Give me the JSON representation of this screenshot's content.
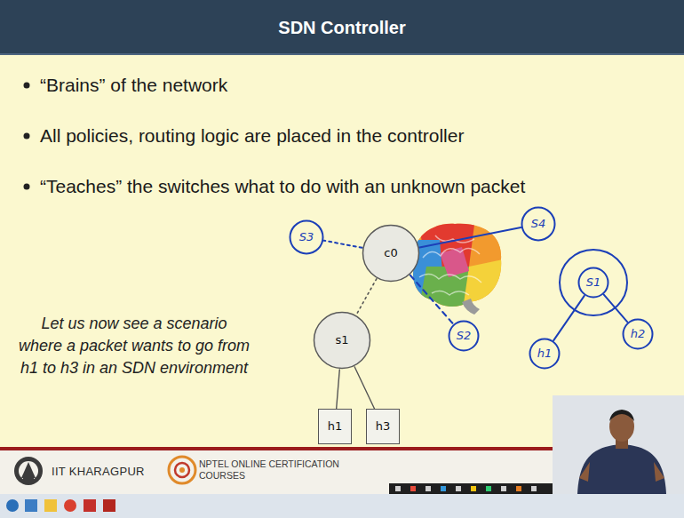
{
  "diagram": {
    "title": "SDN Controller",
    "nodes": [
      {
        "text": [
          "c0"
        ]
      },
      {
        "text": [
          "s1"
        ]
      },
      {
        "text": [
          "h1"
        ]
      },
      {
        "text": [
          "h3"
        ]
      },
      {
        "text": [
          "S4"
        ]
      },
      {
        "text": [
          "S3"
        ]
      },
      {
        "text": [
          "S2"
        ]
      },
      {
        "text": [
          "S1"
        ]
      },
      {
        "text": [
          "h1"
        ]
      },
      {
        "text": [
          "h2"
        ]
      }
    ],
    "edges": [
      {
        "from": 0,
        "to": 1,
        "arrow": "none"
      },
      {
        "from": 1,
        "to": 2,
        "arrow": "none"
      },
      {
        "from": 1,
        "to": 3,
        "arrow": "none"
      },
      {
        "from": 0,
        "to": 4,
        "arrow": "none"
      },
      {
        "from": 0,
        "to": 5,
        "arrow": "none"
      },
      {
        "from": 0,
        "to": 6,
        "arrow": "none"
      },
      {
        "from": 7,
        "to": 8,
        "arrow": "none"
      },
      {
        "from": 7,
        "to": 9,
        "arrow": "none"
      }
    ],
    "labels": [
      "“Brains” of the network",
      "All policies, routing logic are placed in the controller",
      "“Teaches” the switches what to do with an unknown packet",
      "Let us now see a scenario where a packet wants to go from h1 to h3 in an SDN environment",
      "IIT KHARAGPUR",
      "NPTEL ONLINE CERTIFICATION COURSES"
    ]
  }
}
